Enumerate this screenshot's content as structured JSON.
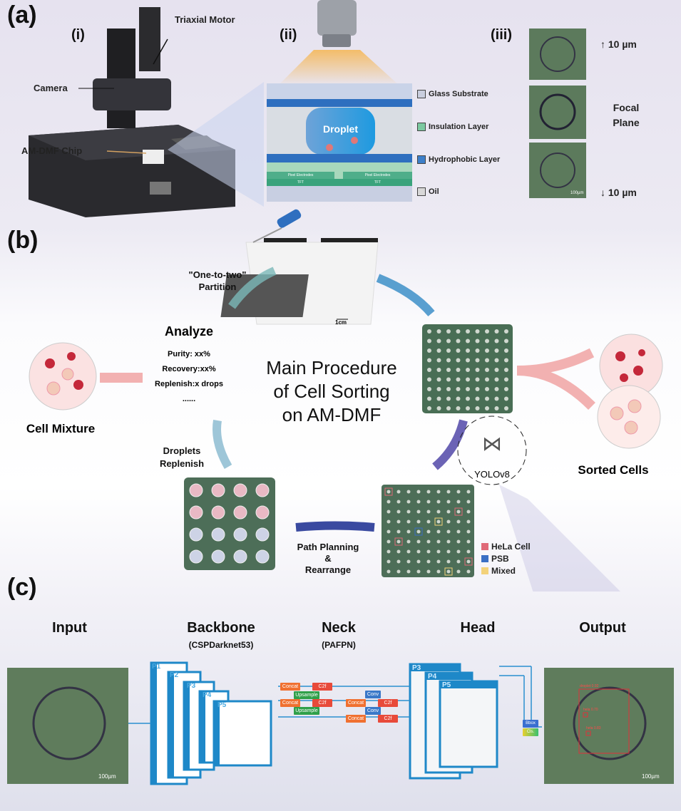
{
  "panel_a": {
    "label": "(a)",
    "sub_i": "(i)",
    "sub_ii": "(ii)",
    "sub_iii": "(iii)",
    "callouts": {
      "triaxial_motor": "Triaxial Motor",
      "camera": "Camera",
      "chip": "AM-DMF Chip"
    },
    "cross_section": {
      "droplet": "Droplet",
      "pixel_electrodes": "Pixel Electrodes",
      "tft": "TFT"
    },
    "legend": [
      {
        "label": "Glass Substrate",
        "color": "#c9cede"
      },
      {
        "label": "Insulation Layer",
        "color": "#7cc9a0"
      },
      {
        "label": "Hydrophobic Layer",
        "color": "#3d7fc9"
      },
      {
        "label": "Oil",
        "color": "#d8d8d8"
      }
    ],
    "focus": {
      "up": "↑ 10 µm",
      "focal_line1": "Focal",
      "focal_line2": "Plane",
      "down": "↓ 10 µm",
      "scale": "100µm"
    }
  },
  "panel_b": {
    "label": "(b)",
    "partition_line1": "\"One-to-two\"",
    "partition_line2": "Partition",
    "chip_scale": "1cm",
    "analyze": {
      "title": "Analyze",
      "lines": [
        "Purity: xx%",
        "Recovery:xx%",
        "Replenish:x drops",
        "......"
      ]
    },
    "main_title": [
      "Main Procedure",
      "of Cell Sorting",
      "on AM-DMF"
    ],
    "cell_mixture": "Cell Mixture",
    "sorted_cells": "Sorted Cells",
    "yolo": "YOLOv8",
    "replenish_line1": "Droplets",
    "replenish_line2": "Replenish",
    "path_line1": "Path Planning",
    "path_line2": "&",
    "path_line3": "Rearrange",
    "legend": [
      {
        "label": "HeLa Cell",
        "color": "#e06a78"
      },
      {
        "label": "PSB",
        "color": "#3a6fc4"
      },
      {
        "label": "Mixed",
        "color": "#f3d27a"
      }
    ]
  },
  "panel_c": {
    "label": "(c)",
    "input": "Input",
    "backbone": "Backbone",
    "backbone_sub": "(CSPDarknet53)",
    "neck": "Neck",
    "neck_sub": "(PAFPN)",
    "head": "Head",
    "output": "Output",
    "scale": "100µm",
    "backbone_levels": [
      "P1",
      "P2",
      "P3",
      "P4",
      "P5"
    ],
    "head_levels": [
      "P3",
      "P4",
      "P5"
    ],
    "neck_blocks": {
      "concat": "Concat",
      "c2f": "C2f",
      "upsample": "Upsample",
      "conv": "Conv"
    },
    "head_outputs": [
      "Bbox",
      "Cls."
    ],
    "detections": [
      "droplet 0.92",
      "hela 0.70",
      "hela 0.83"
    ]
  }
}
